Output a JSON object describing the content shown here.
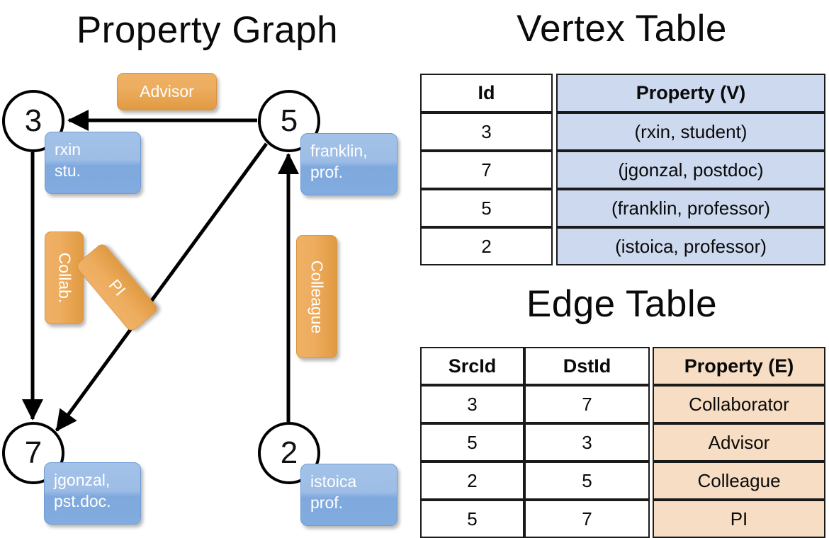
{
  "titles": {
    "property_graph": "Property Graph",
    "vertex_table": "Vertex Table",
    "edge_table": "Edge Table"
  },
  "graph": {
    "vertices": [
      {
        "id": "3",
        "label_line1": "rxin",
        "label_line2": "stu."
      },
      {
        "id": "5",
        "label_line1": "franklin,",
        "label_line2": "prof."
      },
      {
        "id": "7",
        "label_line1": "jgonzal,",
        "label_line2": "pst.doc."
      },
      {
        "id": "2",
        "label_line1": "istoica",
        "label_line2": "prof."
      }
    ],
    "edge_labels": [
      {
        "text": "Advisor",
        "orientation": "horizontal"
      },
      {
        "text": "Collab.",
        "orientation": "vertical"
      },
      {
        "text": "PI",
        "orientation": "diagonal"
      },
      {
        "text": "Colleague",
        "orientation": "vertical"
      }
    ]
  },
  "vertex_table": {
    "headers": [
      "Id",
      "Property (V)"
    ],
    "rows": [
      {
        "id": "3",
        "property": "(rxin, student)"
      },
      {
        "id": "7",
        "property": "(jgonzal, postdoc)"
      },
      {
        "id": "5",
        "property": "(franklin, professor)"
      },
      {
        "id": "2",
        "property": "(istoica, professor)"
      }
    ]
  },
  "edge_table": {
    "headers": [
      "SrcId",
      "DstId",
      "Property (E)"
    ],
    "rows": [
      {
        "src": "3",
        "dst": "7",
        "property": "Collaborator"
      },
      {
        "src": "5",
        "dst": "3",
        "property": "Advisor"
      },
      {
        "src": "2",
        "dst": "5",
        "property": "Colleague"
      },
      {
        "src": "5",
        "dst": "7",
        "property": "PI"
      }
    ]
  },
  "colors": {
    "vertex_property_fill": "#ccd9ef",
    "edge_property_fill": "#f6ddc3",
    "node_box_blue": "#8fb4e2",
    "edge_label_orange": "#eead5f",
    "stroke": "#000000",
    "background": "#ffffff"
  }
}
